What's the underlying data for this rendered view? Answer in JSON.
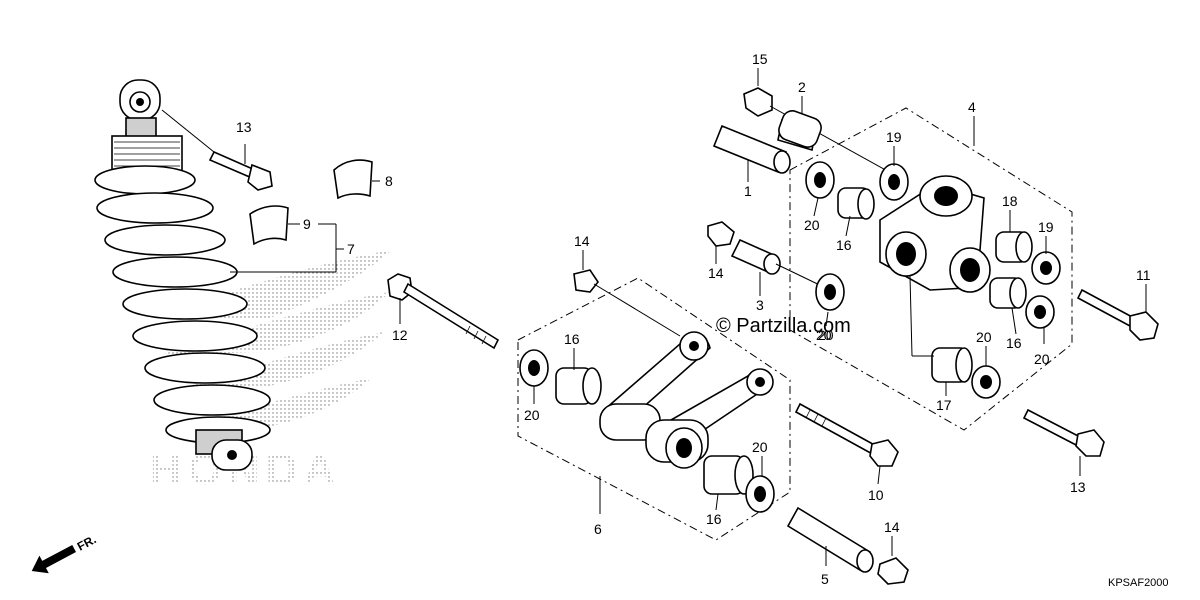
{
  "diagram_code": "KPSAF2000",
  "watermark": "© Partzilla.com",
  "logo_text": "HONDA",
  "front_indicator": "FR.",
  "callouts": [
    {
      "id": "c15",
      "label": "15"
    },
    {
      "id": "c2",
      "label": "2"
    },
    {
      "id": "c4",
      "label": "4"
    },
    {
      "id": "c19a",
      "label": "19"
    },
    {
      "id": "c1",
      "label": "1"
    },
    {
      "id": "c20a",
      "label": "20"
    },
    {
      "id": "c16a",
      "label": "16"
    },
    {
      "id": "c18",
      "label": "18"
    },
    {
      "id": "c19b",
      "label": "19"
    },
    {
      "id": "c11",
      "label": "11"
    },
    {
      "id": "c14a",
      "label": "14"
    },
    {
      "id": "c14b",
      "label": "14"
    },
    {
      "id": "c14c",
      "label": "14"
    },
    {
      "id": "c3",
      "label": "3"
    },
    {
      "id": "c20b",
      "label": "20"
    },
    {
      "id": "c16b",
      "label": "16"
    },
    {
      "id": "c20c",
      "label": "20"
    },
    {
      "id": "c20d",
      "label": "20"
    },
    {
      "id": "c17",
      "label": "17"
    },
    {
      "id": "c13a",
      "label": "13"
    },
    {
      "id": "c13b",
      "label": "13"
    },
    {
      "id": "c8",
      "label": "8"
    },
    {
      "id": "c9",
      "label": "9"
    },
    {
      "id": "c7",
      "label": "7"
    },
    {
      "id": "c12",
      "label": "12"
    },
    {
      "id": "c16c",
      "label": "16"
    },
    {
      "id": "c20e",
      "label": "20"
    },
    {
      "id": "c16d",
      "label": "16"
    },
    {
      "id": "c20f",
      "label": "20"
    },
    {
      "id": "c20g",
      "label": "20"
    },
    {
      "id": "c10",
      "label": "10"
    },
    {
      "id": "c6",
      "label": "6"
    },
    {
      "id": "c5",
      "label": "5"
    }
  ]
}
